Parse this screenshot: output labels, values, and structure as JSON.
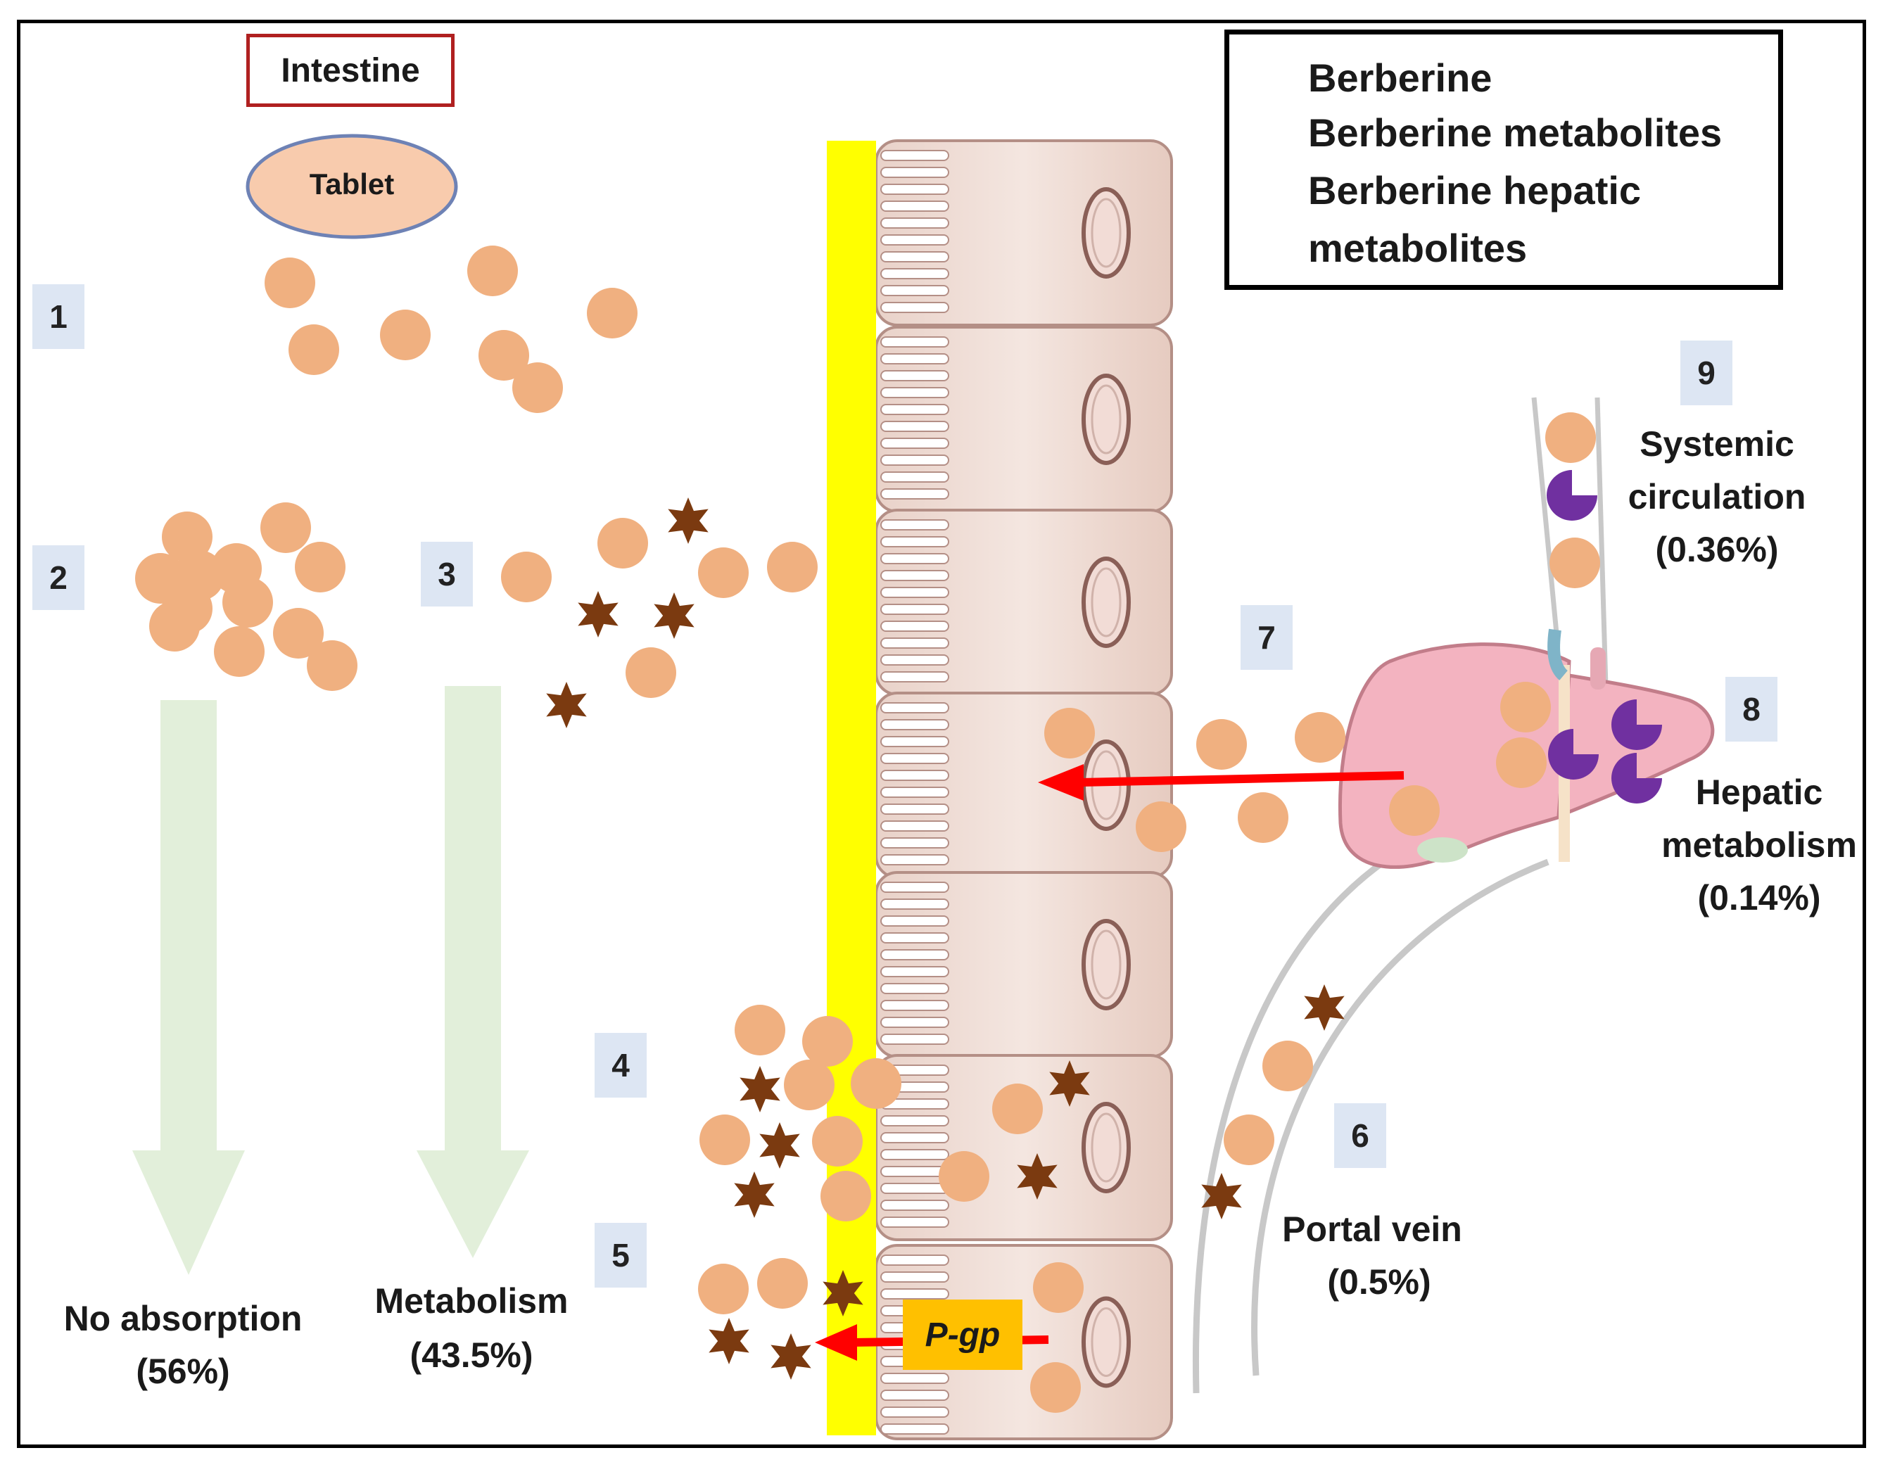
{
  "title_box": "Intestine",
  "tablet": "Tablet",
  "legend": {
    "berberine": "Berberine",
    "metabolites": "Berberine metabolites",
    "hepatic_line1": "Berberine hepatic",
    "hepatic_line2": "metabolites"
  },
  "steps": [
    "1",
    "2",
    "3",
    "4",
    "5",
    "6",
    "7",
    "8",
    "9"
  ],
  "labels": {
    "no_absorption": "No absorption",
    "no_absorption_pct": "(56%)",
    "metabolism": "Metabolism",
    "metabolism_pct": "(43.5%)",
    "systemic_1": "Systemic",
    "systemic_2": "circulation",
    "systemic_pct": "(0.36%)",
    "hepatic_1": "Hepatic",
    "hepatic_2": "metabolism",
    "hepatic_pct": "(0.14%)",
    "portal": "Portal vein",
    "portal_pct": "(0.5%)",
    "pgp": "P-gp"
  },
  "colors": {
    "berberine": "#f0b080",
    "metabolite": "#7b3a10",
    "hepatic": "#7030a0",
    "barrier": "#ffff00",
    "arrow": "#ff0000",
    "flow_arrow": "#e2efda",
    "pgp": "#ffc000"
  }
}
